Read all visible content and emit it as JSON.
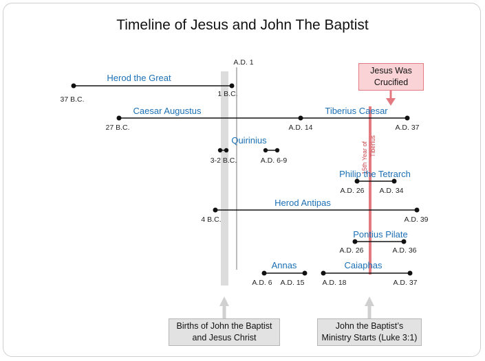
{
  "title": "Timeline of Jesus and John The Baptist",
  "reference_label": "A.D. 1",
  "marker_label": "15th Year of Tiberius",
  "timeline": [
    {
      "name": "Herod the Great",
      "start": "37 B.C.",
      "end": "1 B.C."
    },
    {
      "name": "Caesar Augustus",
      "start": "27 B.C.",
      "end": "A.D. 14"
    },
    {
      "name": "Tiberius Caesar",
      "start": "A.D. 14",
      "end": "A.D. 37"
    },
    {
      "name": "Quirinius",
      "periods": [
        {
          "label": "3-2 B.C."
        },
        {
          "label": "A.D. 6-9"
        }
      ]
    },
    {
      "name": "Philip the Tetrarch",
      "start": "A.D. 26",
      "end": "A.D. 34"
    },
    {
      "name": "Herod Antipas",
      "start": "4 B.C.",
      "end": "A.D. 39"
    },
    {
      "name": "Pontius Pilate",
      "start": "A.D. 26",
      "end": "A.D. 36"
    },
    {
      "name": "Annas",
      "start": "A.D. 6",
      "end": "A.D. 15"
    },
    {
      "name": "Caiaphas",
      "start": "A.D. 18",
      "end": "A.D. 37"
    }
  ],
  "callouts": {
    "crucified": {
      "line1": "Jesus Was",
      "line2": "Crucified"
    },
    "births": {
      "line1": "Births of John the Baptist",
      "line2": "and Jesus Christ"
    },
    "ministry": {
      "line1": "John the Baptist’s",
      "line2": "Ministry Starts (Luke 3:1)"
    }
  },
  "colors": {
    "label_blue": "#1a6fb5",
    "marker_red": "#e27a80",
    "births_bar": "#dcdcdc",
    "callout_red_bg": "#f9d3d5",
    "callout_gray_bg": "#e2e2e2"
  }
}
